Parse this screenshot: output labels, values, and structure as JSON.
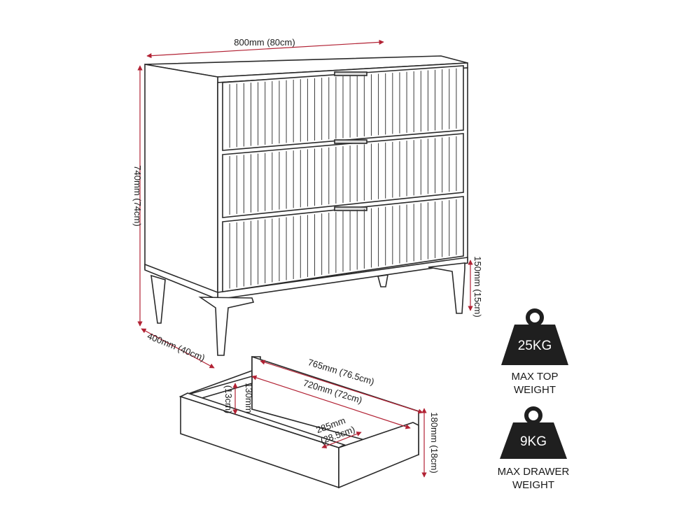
{
  "dimensions": {
    "width": "800mm (80cm)",
    "height": "740mm (74cm)",
    "depth": "400mm (40cm)",
    "leg_height": "150mm (15cm)",
    "drawer_outer_width": "765mm (76.5cm)",
    "drawer_inner_width": "720mm (72cm)",
    "drawer_inner_height": "130mm",
    "drawer_inner_height_cm": "(13cm)",
    "drawer_depth": "285mm",
    "drawer_depth_cm": "(28.5cm)",
    "drawer_height": "180mm (18cm)"
  },
  "weights": {
    "top": {
      "value": "25KG",
      "label_line1": "MAX TOP",
      "label_line2": "WEIGHT"
    },
    "drawer": {
      "value": "9KG",
      "label_line1": "MAX DRAWER",
      "label_line2": "WEIGHT"
    }
  },
  "colors": {
    "dimension_line": "#b22234",
    "outline": "#2a2a2a",
    "weight_badge": "#1f1f1f"
  }
}
